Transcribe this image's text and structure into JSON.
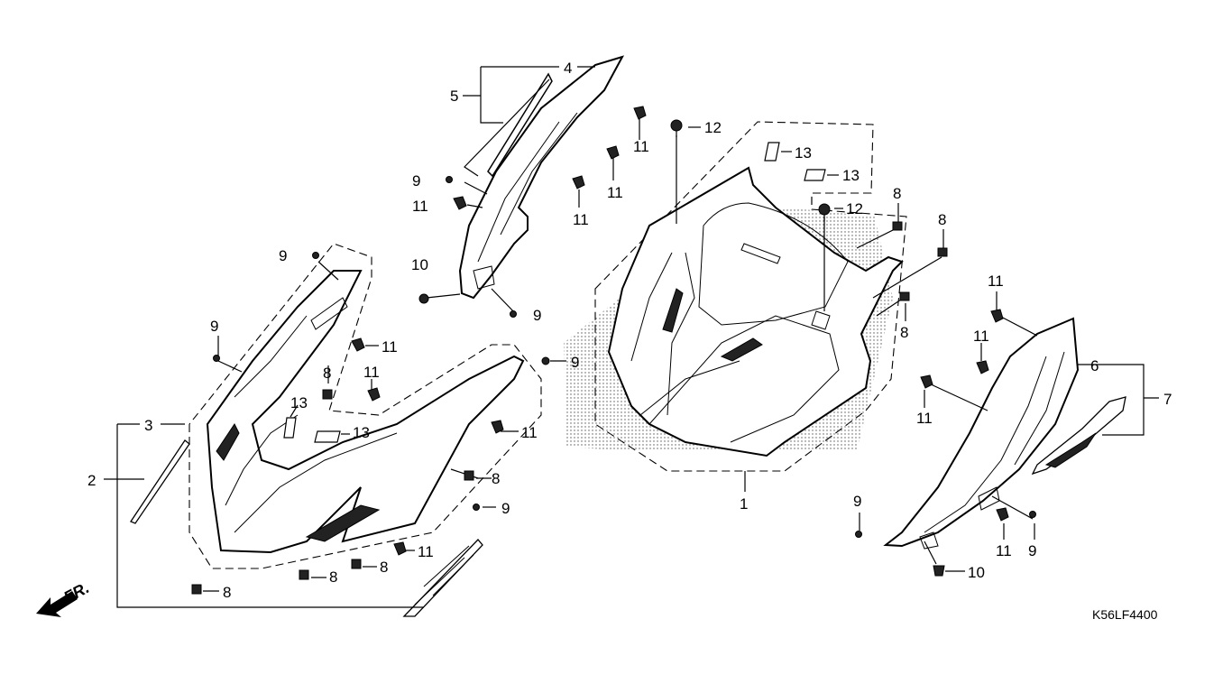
{
  "diagram": {
    "drawing_code": "K56LF4400",
    "direction_label": "FR.",
    "callouts": {
      "c1": "1",
      "c2": "2",
      "c3": "3",
      "c4": "4",
      "c5": "5",
      "c6": "6",
      "c7": "7",
      "c8a": "8",
      "c8b": "8",
      "c8c": "8",
      "c8d": "8",
      "c8e": "8",
      "c8f": "8",
      "c8g": "8",
      "c8h": "8",
      "c9a": "9",
      "c9b": "9",
      "c9c": "9",
      "c9d": "9",
      "c9e": "9",
      "c9f": "9",
      "c9g": "9",
      "c9h": "9",
      "c10a": "10",
      "c10b": "10",
      "c11a": "11",
      "c11b": "11",
      "c11c": "11",
      "c11d": "11",
      "c11e": "11",
      "c11f": "11",
      "c11g": "11",
      "c11h": "11",
      "c11i": "11",
      "c11j": "11",
      "c11k": "11",
      "c11l": "11",
      "c12a": "12",
      "c12b": "12",
      "c13a": "13",
      "c13b": "13",
      "c13c": "13",
      "c13d": "13"
    }
  }
}
